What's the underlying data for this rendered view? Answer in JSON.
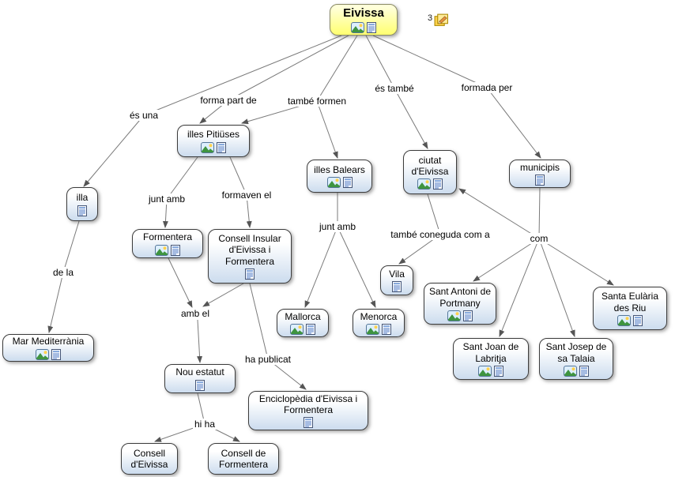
{
  "root": {
    "label": "Eivissa",
    "annotation_count": "3"
  },
  "nodes": {
    "illa": "illa",
    "illes_pitiuses": "illes Pitiüses",
    "formentera": "Formentera",
    "consell_insular": "Consell Insular d'Eivissa i Formentera",
    "mar_mediterrania": "Mar Mediterrània",
    "illes_balears": "illes Balears",
    "mallorca": "Mallorca",
    "menorca": "Menorca",
    "ciutat_eivissa": "ciutat d'Eivissa",
    "vila": "Vila",
    "municipis": "municipis",
    "sant_antoni": "Sant Antoni de Portmany",
    "santa_eularia": "Santa Eulària des Riu",
    "sant_joan": "Sant Joan de Labritja",
    "sant_josep": "Sant Josep de sa Talaia",
    "nou_estatut": "Nou estatut",
    "enciclopedia": "Enciclopèdia d'Eivissa i Formentera",
    "consell_eivissa": "Consell d'Eivissa",
    "consell_formentera": "Consell de Formentera"
  },
  "links": {
    "es_una": "és una",
    "forma_part_de": "forma part de",
    "tambe_formen": "també formen",
    "es_tambe": "és també",
    "formada_per": "formada per",
    "junt_amb_1": "junt amb",
    "formaven_el": "formaven el",
    "de_la": "de la",
    "junt_amb_2": "junt amb",
    "tambe_coneguda": "també coneguda com a",
    "com": "com",
    "amb_el": "amb el",
    "ha_publicat": "ha publicat",
    "hi_ha": "hi ha"
  },
  "colors": {
    "node_fill_bottom": "#ccdcee",
    "root_fill": "#ffff70",
    "line": "#777777"
  }
}
